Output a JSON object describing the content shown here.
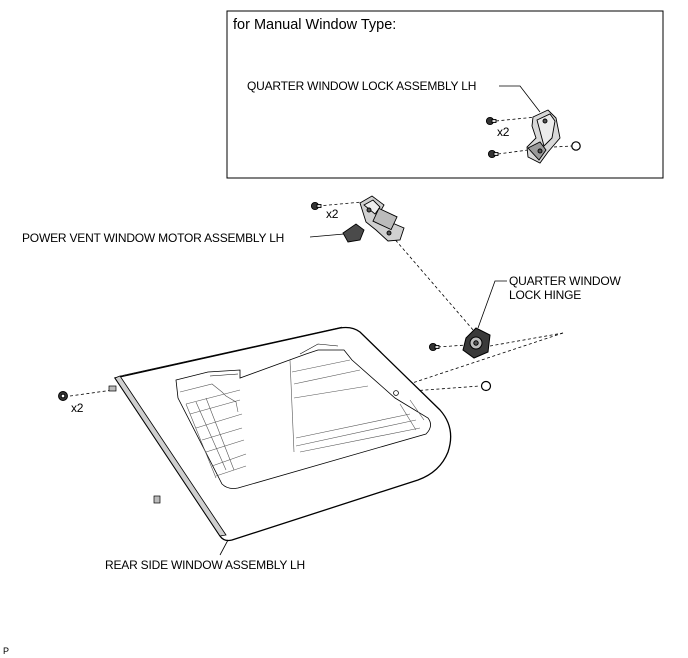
{
  "inset": {
    "title": "for Manual Window Type:",
    "part_label": "QUARTER WINDOW LOCK ASSEMBLY LH",
    "qty_label": "x2"
  },
  "labels": {
    "motor": "POWER VENT WINDOW MOTOR ASSEMBLY LH",
    "motor_qty": "x2",
    "hinge_line1": "QUARTER WINDOW",
    "hinge_line2": "LOCK HINGE",
    "glass": "REAR SIDE WINDOW ASSEMBLY LH",
    "glass_qty": "x2"
  },
  "figure_ref": "P"
}
